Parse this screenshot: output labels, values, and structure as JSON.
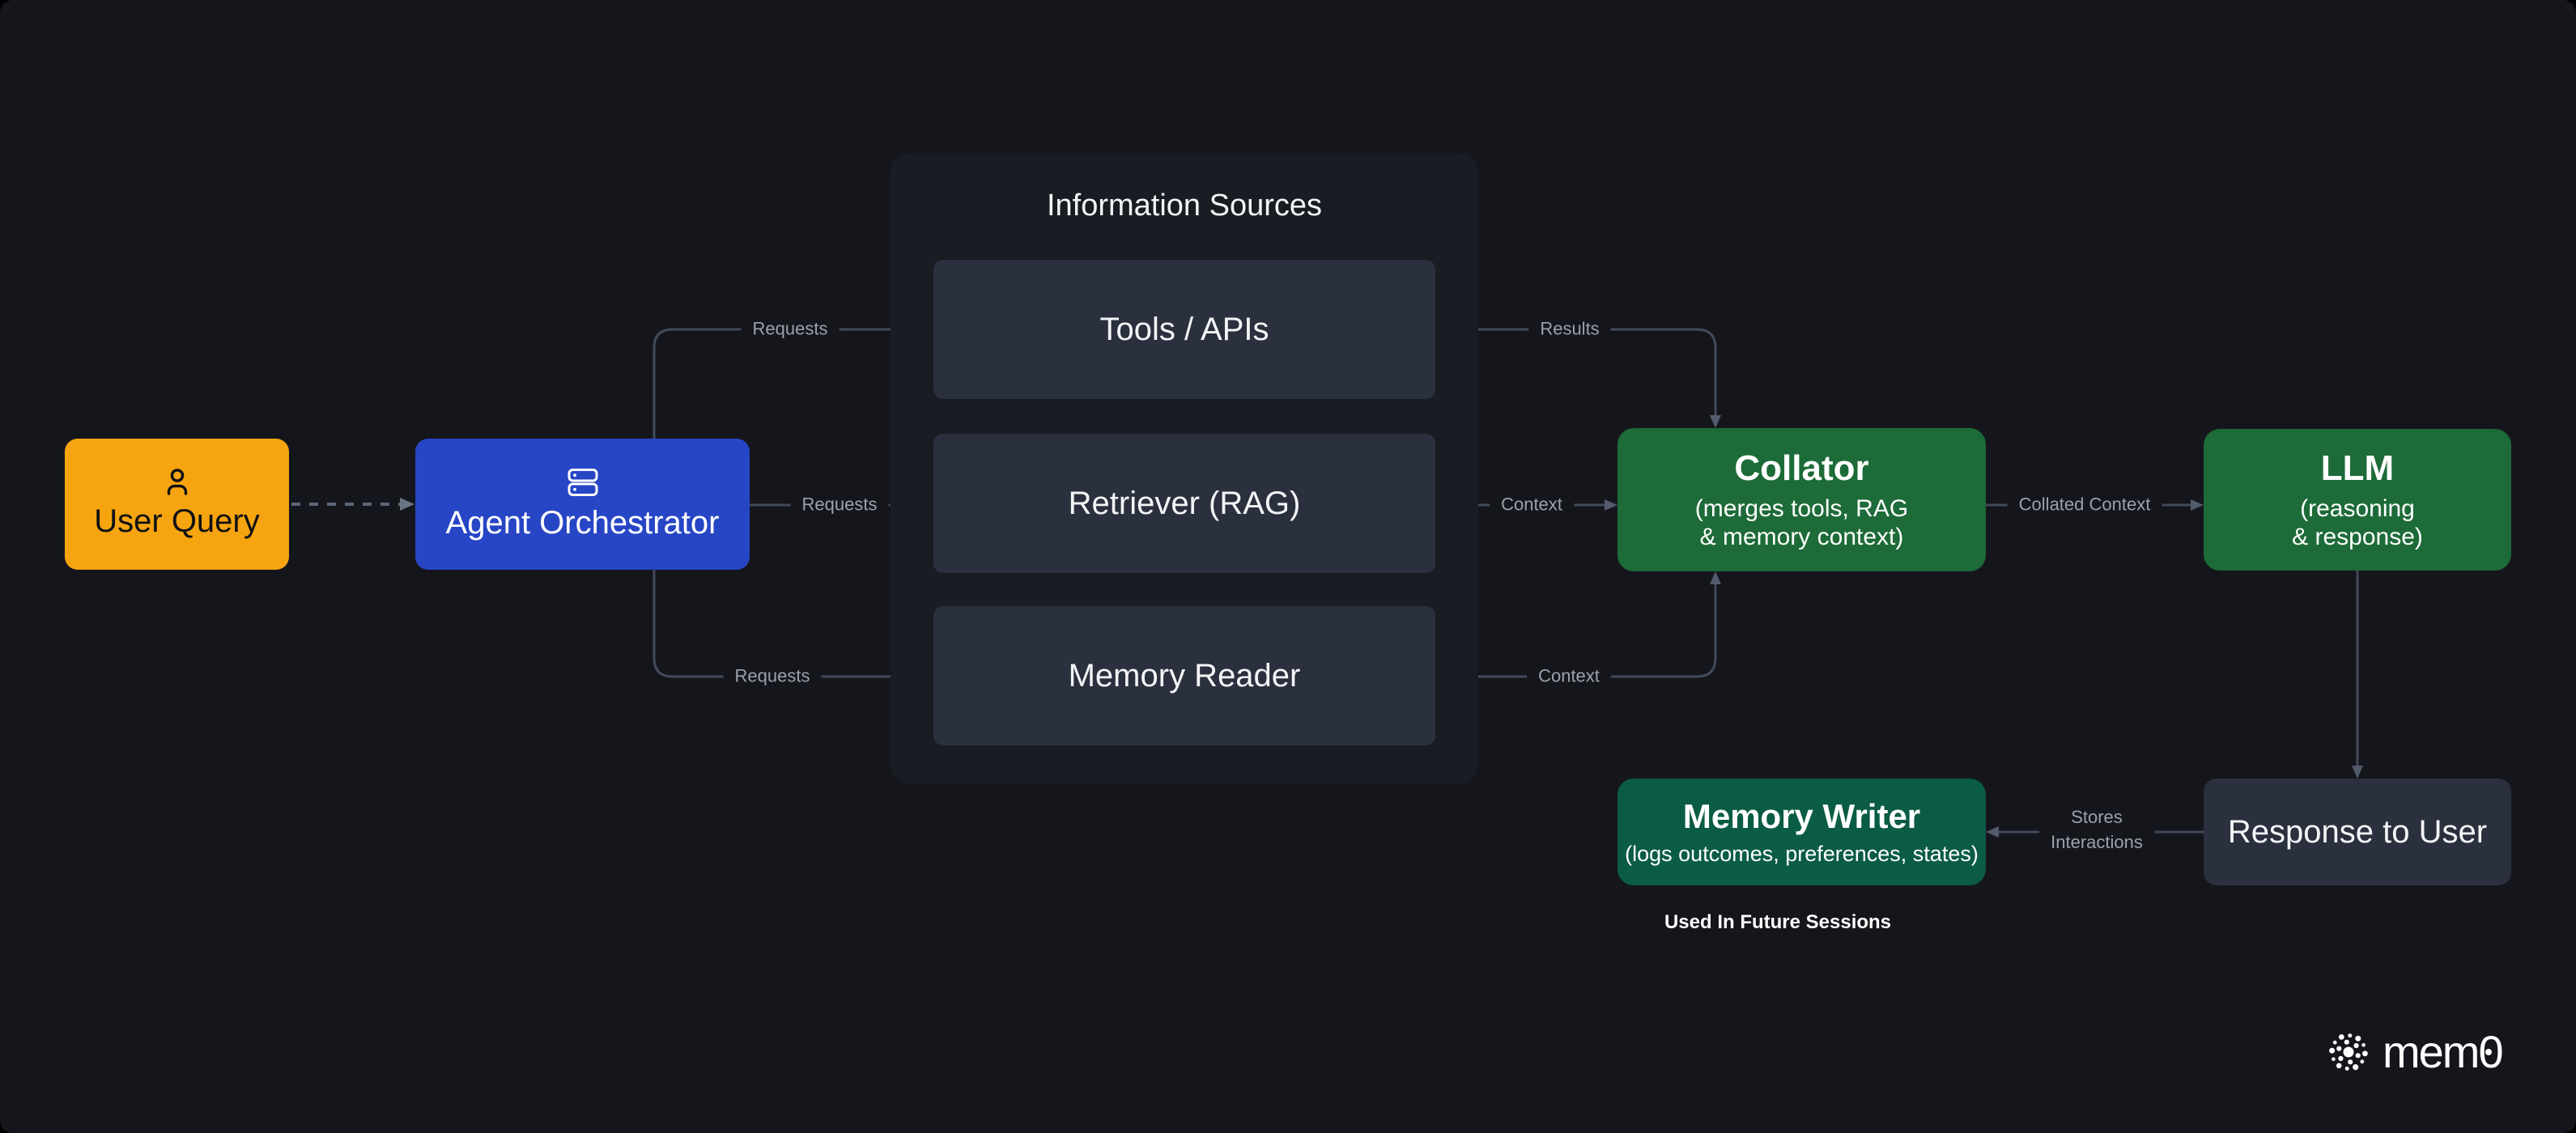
{
  "colors": {
    "background": "#15161c",
    "panel": "#1a1c24",
    "node_dark": "#2a303e",
    "orange": "#f6a40f",
    "blue": "#2746c6",
    "green": "#1d6b38",
    "teal_green": "#0b5c45",
    "line": "#414a5a",
    "arrow": "#525b6b",
    "label_text": "#9aa1ad"
  },
  "nodes": {
    "user_query": {
      "label": "User Query",
      "icon": "person-icon",
      "color": "#f6a40f"
    },
    "agent_orchestrator": {
      "label": "Agent Orchestrator",
      "icon": "server-stack-icon",
      "color": "#2746c6"
    },
    "information_sources": {
      "title": "Information Sources",
      "items": [
        "Tools / APIs",
        "Retriever (RAG)",
        "Memory Reader"
      ]
    },
    "collator": {
      "title": "Collator",
      "subtitle_lines": [
        "(merges tools, RAG",
        "& memory context)"
      ],
      "color": "#1d6b38"
    },
    "llm": {
      "title": "LLM",
      "subtitle_lines": [
        "(reasoning",
        "& response)"
      ],
      "color": "#1d6b38"
    },
    "memory_writer": {
      "title": "Memory Writer",
      "subtitle_lines": [
        "(logs outcomes, preferences, states)"
      ],
      "color": "#0b5c45"
    },
    "response_to_user": {
      "label": "Response to User"
    }
  },
  "edges": {
    "requests_top": "Requests",
    "requests_middle": "Requests",
    "requests_bottom": "Requests",
    "results": "Results",
    "context_middle": "Context",
    "context_bottom": "Context",
    "collated_context": "Collated Context",
    "stores_interactions_lines": [
      "Stores",
      "Interactions"
    ]
  },
  "annotations": {
    "used_in_future_sessions": "Used In Future Sessions"
  },
  "footer": {
    "brand": "mem0"
  }
}
